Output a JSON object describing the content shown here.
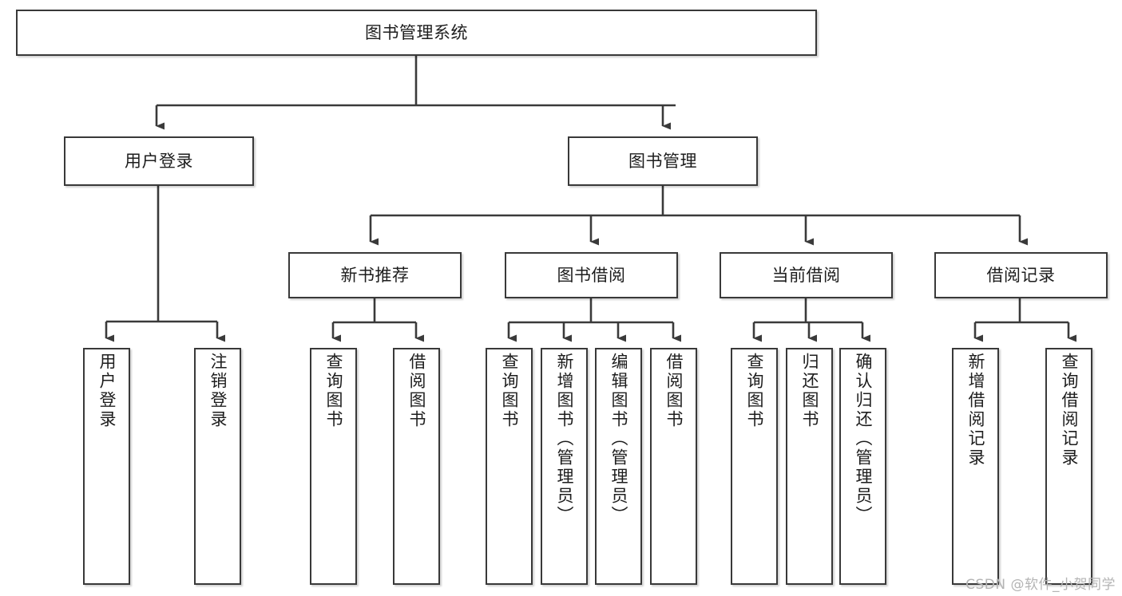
{
  "diagram": {
    "title": "图书管理系统",
    "type": "tree-hierarchy-diagram",
    "orientation": "top-down",
    "colors": {
      "box_border": "#393939",
      "box_fill": "#ffffff",
      "connector": "#3a3a3a",
      "text": "#1d1d1d",
      "watermark": "#b4b4b4",
      "background": "#ffffff"
    }
  },
  "watermark": {
    "text": "CSDN @软件_小贺同学"
  },
  "nodes": {
    "root": {
      "label": "图书管理系统"
    },
    "level2": [
      {
        "label": "用户登录"
      },
      {
        "label": "图书管理"
      }
    ],
    "level3": [
      {
        "label": "新书推荐"
      },
      {
        "label": "图书借阅"
      },
      {
        "label": "当前借阅"
      },
      {
        "label": "借阅记录"
      }
    ],
    "leaves": {
      "user_login": [
        {
          "label": "用户登录"
        },
        {
          "label": "注销登录"
        }
      ],
      "new_book_recommend": [
        {
          "label": "查询图书"
        },
        {
          "label": "借阅图书"
        }
      ],
      "book_borrow": [
        {
          "label": "查询图书"
        },
        {
          "label": "新增图书（管理员）"
        },
        {
          "label": "编辑图书（管理员）"
        },
        {
          "label": "借阅图书"
        }
      ],
      "current_borrow": [
        {
          "label": "查询图书"
        },
        {
          "label": "归还图书"
        },
        {
          "label": "确认归还（管理员）"
        }
      ],
      "borrow_record": [
        {
          "label": "新增借阅记录"
        },
        {
          "label": "查询借阅记录"
        }
      ]
    }
  },
  "edges": [
    {
      "from": "图书管理系统",
      "to": "用户登录"
    },
    {
      "from": "图书管理系统",
      "to": "图书管理"
    },
    {
      "from": "用户登录",
      "to": "用户登录"
    },
    {
      "from": "用户登录",
      "to": "注销登录"
    },
    {
      "from": "图书管理",
      "to": "新书推荐"
    },
    {
      "from": "图书管理",
      "to": "图书借阅"
    },
    {
      "from": "图书管理",
      "to": "当前借阅"
    },
    {
      "from": "图书管理",
      "to": "借阅记录"
    },
    {
      "from": "新书推荐",
      "to": "查询图书"
    },
    {
      "from": "新书推荐",
      "to": "借阅图书"
    },
    {
      "from": "图书借阅",
      "to": "查询图书"
    },
    {
      "from": "图书借阅",
      "to": "新增图书（管理员）"
    },
    {
      "from": "图书借阅",
      "to": "编辑图书（管理员）"
    },
    {
      "from": "图书借阅",
      "to": "借阅图书"
    },
    {
      "from": "当前借阅",
      "to": "查询图书"
    },
    {
      "from": "当前借阅",
      "to": "归还图书"
    },
    {
      "from": "当前借阅",
      "to": "确认归还（管理员）"
    },
    {
      "from": "借阅记录",
      "to": "新增借阅记录"
    },
    {
      "from": "借阅记录",
      "to": "查询借阅记录"
    }
  ]
}
